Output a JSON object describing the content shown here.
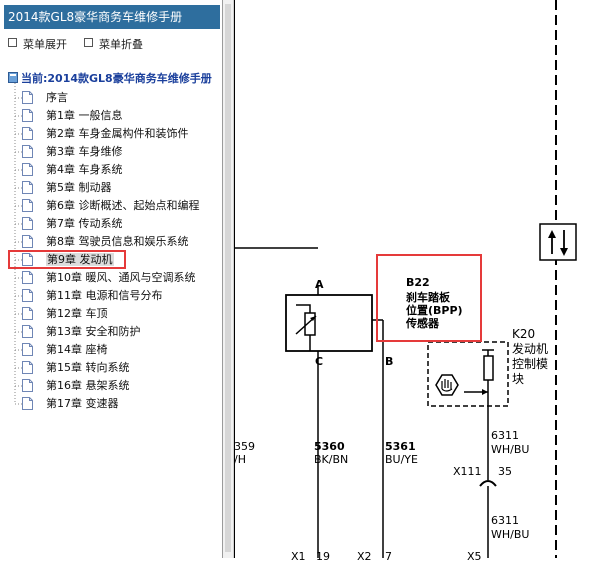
{
  "sidebar": {
    "title": "2014款GL8豪华商务车维修手册",
    "toolbar": {
      "expand_label": "菜单展开",
      "collapse_label": "菜单折叠"
    },
    "root_label": "当前:2014款GL8豪华商务车维修手册",
    "items": [
      {
        "label": "序言"
      },
      {
        "label": "第1章 一般信息"
      },
      {
        "label": "第2章 车身金属构件和装饰件"
      },
      {
        "label": "第3章 车身维修"
      },
      {
        "label": "第4章 车身系统"
      },
      {
        "label": "第5章 制动器"
      },
      {
        "label": "第6章 诊断概述、起始点和编程"
      },
      {
        "label": "第7章 传动系统"
      },
      {
        "label": "第8章 驾驶员信息和娱乐系统"
      },
      {
        "label": "第9章 发动机"
      },
      {
        "label": "第10章 暖风、通风与空调系统"
      },
      {
        "label": "第11章 电源和信号分布"
      },
      {
        "label": "第12章 车顶"
      },
      {
        "label": "第13章 安全和防护"
      },
      {
        "label": "第14章 座椅"
      },
      {
        "label": "第15章 转向系统"
      },
      {
        "label": "第16章 悬架系统"
      },
      {
        "label": "第17章 变速器"
      }
    ],
    "selected_index": 9
  },
  "diagram": {
    "component_id": "B22",
    "component_name_line1": "刹车踏板",
    "component_name_line2": "位置(BPP)",
    "component_name_line3": "传感器",
    "pin_a": "A",
    "pin_b": "B",
    "pin_c": "C",
    "module_id": "K20",
    "module_name_line1": "发动机",
    "module_name_line2": "控制模",
    "module_name_line3": "块",
    "wire_left_num": "359",
    "wire_left_color": "/H",
    "wire1_num": "5360",
    "wire1_color": "BK/BN",
    "wire2_num": "5361",
    "wire2_color": "BU/YE",
    "wire3_num": "6311",
    "wire3_color": "WH/BU",
    "connector_label": "X111",
    "connector_pin": "35",
    "wire4_num": "6311",
    "wire4_color": "WH/BU",
    "bottom_x1": "X1",
    "bottom_19": "19",
    "bottom_x2": "X2",
    "bottom_7": "7",
    "bottom_x5": "X5"
  },
  "colors": {
    "title_bar": "#2e6e9e",
    "highlight_border": "#e53a3a",
    "root_text": "#1a3f9c"
  }
}
